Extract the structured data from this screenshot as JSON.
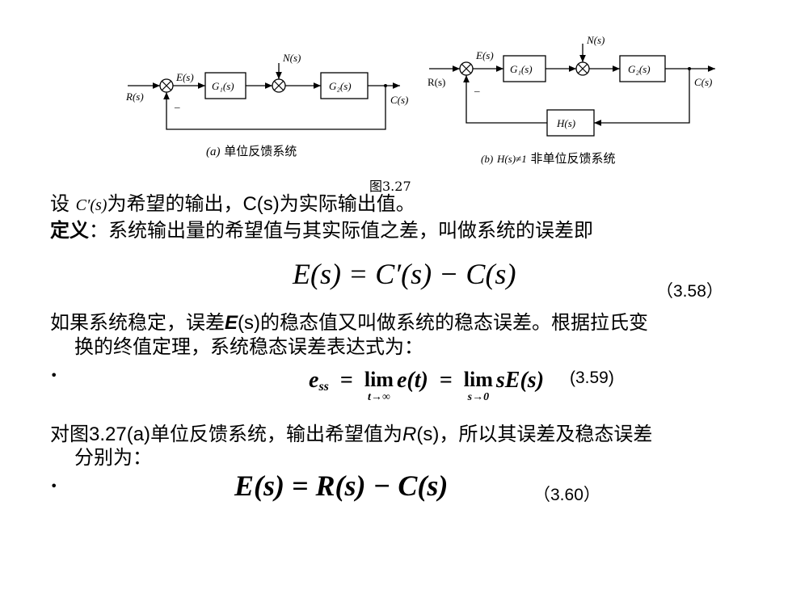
{
  "diagram_a": {
    "input": "R(s)",
    "error": "E(s)",
    "minus": "_",
    "g1": "G₁(s)",
    "noise": "N(s)",
    "g2": "G₂(s)",
    "output": "C(s)",
    "caption_tag": "(a)",
    "caption": "单位反馈系统"
  },
  "diagram_b": {
    "input": "R(s)",
    "error": "E(s)",
    "minus": "_",
    "g1": "G₁(s)",
    "noise": "N(s)",
    "g2": "G₂(s)",
    "output": "C(s)",
    "feedback": "H(s)",
    "caption_tag": "(b)",
    "caption_cond": "H(s)≠1",
    "caption": "非单位反馈系统"
  },
  "figure_label": "图3.27",
  "line1": {
    "prefix": "设",
    "cprime": "C′(s)",
    "mid": "为希望的输出，",
    "cs": "C(s)",
    "suffix": "为实际输出值。"
  },
  "definition": {
    "label": "定义",
    "colon": "：",
    "text": "系统输出量的希望值与其实际值之差，叫做系统的误差即"
  },
  "eq358": {
    "formula": "E(s) = C′(s) − C(s)",
    "number": "（3.58）"
  },
  "para2": {
    "a": "如果系统稳定，误差",
    "e": "E",
    "s": "(s)",
    "b": "的稳态值又叫做系统的稳态误差。根据拉氏变",
    "line2": "换的终值定理，系统稳态误差表达式为："
  },
  "eq359": {
    "ess": "e",
    "ess_sub": "ss",
    "eq1": "=",
    "lim1": "lim",
    "lim1_sub": "t→∞",
    "et": "e(t)",
    "eq2": "=",
    "lim2": "lim",
    "lim2_sub": "s→0",
    "sEs": "sE(s)",
    "number": "(3.59)"
  },
  "para3": {
    "a": "对图",
    "ref": "3.27(a)",
    "b": "单位反馈系统，输出希望值为",
    "r": "R",
    "s": "(s)",
    "c": "，所以其误差及稳态误差",
    "line2": "分别为："
  },
  "eq360": {
    "formula": "E(s) = R(s) − C(s)",
    "number": "（3.60）"
  },
  "bullets": [
    "•",
    "•"
  ]
}
